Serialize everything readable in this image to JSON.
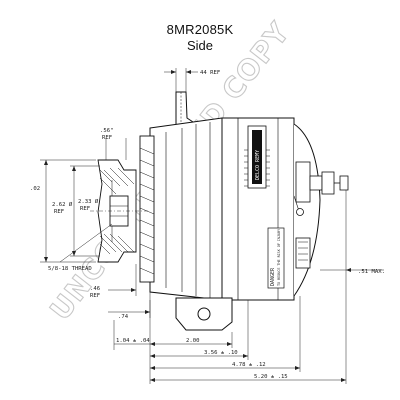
{
  "header": {
    "model": "8MR2085K",
    "view": "Side"
  },
  "watermark": "UNCONTROLLED COPY",
  "dimensions": {
    "top_ref": "44 REF",
    "pulley_angle": ".56\"",
    "pulley_angle_ref": "REF",
    "left_dim": ".02",
    "dia_outer": "2.62 Ø",
    "dia_outer_ref": "REF",
    "dia_inner": "2.33 Ø",
    "dia_inner_ref": "REF",
    "thread": "5/8-18 THREAD",
    "offset_46": ".46",
    "offset_46_ref": "REF",
    "offset_74": ".74",
    "right_max": ".51 MAX.",
    "bottom_104": "1.04 ± .04",
    "bottom_200": "2.00",
    "bottom_356": "3.56 ± .10",
    "bottom_478": "4.78 ± .12",
    "bottom_520": "5.20 ± .15"
  },
  "labels": {
    "nameplate": "DELCO REMY",
    "warning_title": "DANGER",
    "warning_text": "TO REDUCE THE RISK OF INJURY"
  }
}
